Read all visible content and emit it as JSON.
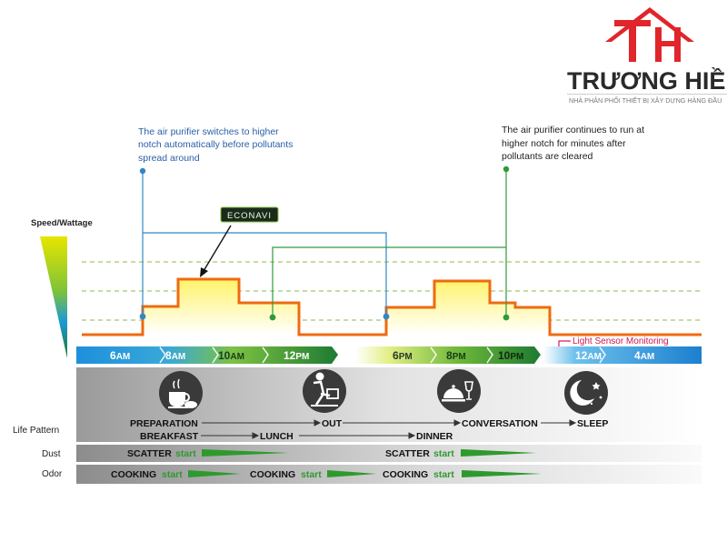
{
  "logo": {
    "name": "TRƯƠNG HIỀN",
    "tagline": "NHÀ PHÂN PHỐI THIẾT BỊ XÂY DỰNG HÀNG ĐẦU",
    "brand_color": "#e0262b"
  },
  "notes": {
    "left": [
      "The air purifier switches to higher",
      "notch automatically before pollutants",
      "spread around"
    ],
    "right": [
      "The air purifier continues to run at",
      "higher notch for minutes after",
      "pollutants are cleared"
    ]
  },
  "econavi_label": "ECONAVI",
  "speed_label": "Speed/Wattage",
  "light_sensor_label": "Light Sensor Monitoring",
  "timeline": {
    "day": [
      {
        "num": "6",
        "suf": "AM"
      },
      {
        "num": "8",
        "suf": "AM"
      },
      {
        "num": "10",
        "suf": "AM"
      },
      {
        "num": "12",
        "suf": "PM"
      }
    ],
    "evening": [
      {
        "num": "6",
        "suf": "PM"
      },
      {
        "num": "8",
        "suf": "PM"
      },
      {
        "num": "10",
        "suf": "PM"
      }
    ],
    "night": [
      {
        "num": "12",
        "suf": "AM"
      },
      {
        "num": "4",
        "suf": "AM"
      }
    ]
  },
  "rows": {
    "life_pattern": "Life Pattern",
    "dust": "Dust",
    "odor": "Odor"
  },
  "life_events": {
    "preparation": "PREPARATION",
    "breakfast": "BREAKFAST",
    "out": "OUT",
    "lunch": "LUNCH",
    "conversation": "CONVERSATION",
    "dinner": "DINNER",
    "sleep": "SLEEP"
  },
  "dust_events": [
    {
      "label": "SCATTER",
      "start": "start"
    },
    {
      "label": "SCATTER",
      "start": "start"
    }
  ],
  "odor_events": [
    {
      "label": "COOKING",
      "start": "start"
    },
    {
      "label": "COOKING",
      "start": "start"
    },
    {
      "label": "COOKING",
      "start": "start"
    }
  ],
  "colors": {
    "power_line": "#ef6a10",
    "fill": "#fff59a",
    "blue_marker": "#2e88c8",
    "green_marker": "#2f9a3a",
    "pink_marker": "#e0185e",
    "start_green": "#2e9a2e"
  },
  "icons": [
    "coffee-breakfast-icon",
    "person-out-icon",
    "dinner-cloche-icon",
    "moon-stars-icon"
  ]
}
